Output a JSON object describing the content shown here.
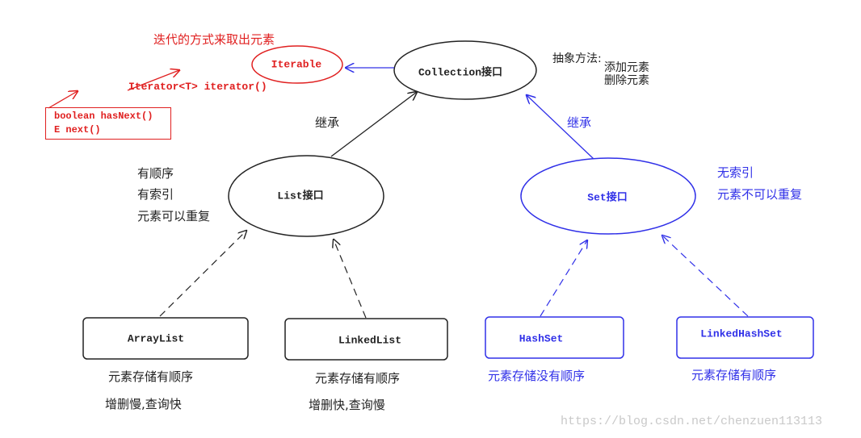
{
  "colors": {
    "black": "#222222",
    "red": "#e02020",
    "blue": "#3030e8",
    "watermark": "#c9c9c9"
  },
  "nodes": {
    "iterable": {
      "label": "Iterable"
    },
    "collection": {
      "label": "Collection接口"
    },
    "list": {
      "label": "List接口"
    },
    "set": {
      "label": "Set接口"
    },
    "arraylist": {
      "label": "ArrayList"
    },
    "linkedlist": {
      "label": "LinkedList"
    },
    "hashset": {
      "label": "HashSet"
    },
    "linkedhashset": {
      "label": "LinkedHashSet"
    }
  },
  "annotations": {
    "iterate_title": "迭代的方式来取出元素",
    "iterator_method": "Iterator<T> iterator()",
    "iterator_methods": [
      "boolean hasNext()",
      "E next()"
    ],
    "abstract_title": "抽象方法:",
    "abstract_items": [
      "添加元素",
      "删除元素"
    ],
    "inherit_left": "继承",
    "inherit_right": "继承",
    "list_props": [
      "有顺序",
      "有索引",
      "元素可以重复"
    ],
    "set_props": [
      "无索引",
      "元素不可以重复"
    ],
    "arraylist_desc": [
      "元素存储有顺序",
      "增删慢,查询快"
    ],
    "linkedlist_desc": [
      "元素存储有顺序",
      "增删快,查询慢"
    ],
    "hashset_desc": "元素存储没有顺序",
    "linkedhashset_desc": "元素存储有顺序"
  },
  "watermark": "https://blog.csdn.net/chenzuen113113"
}
